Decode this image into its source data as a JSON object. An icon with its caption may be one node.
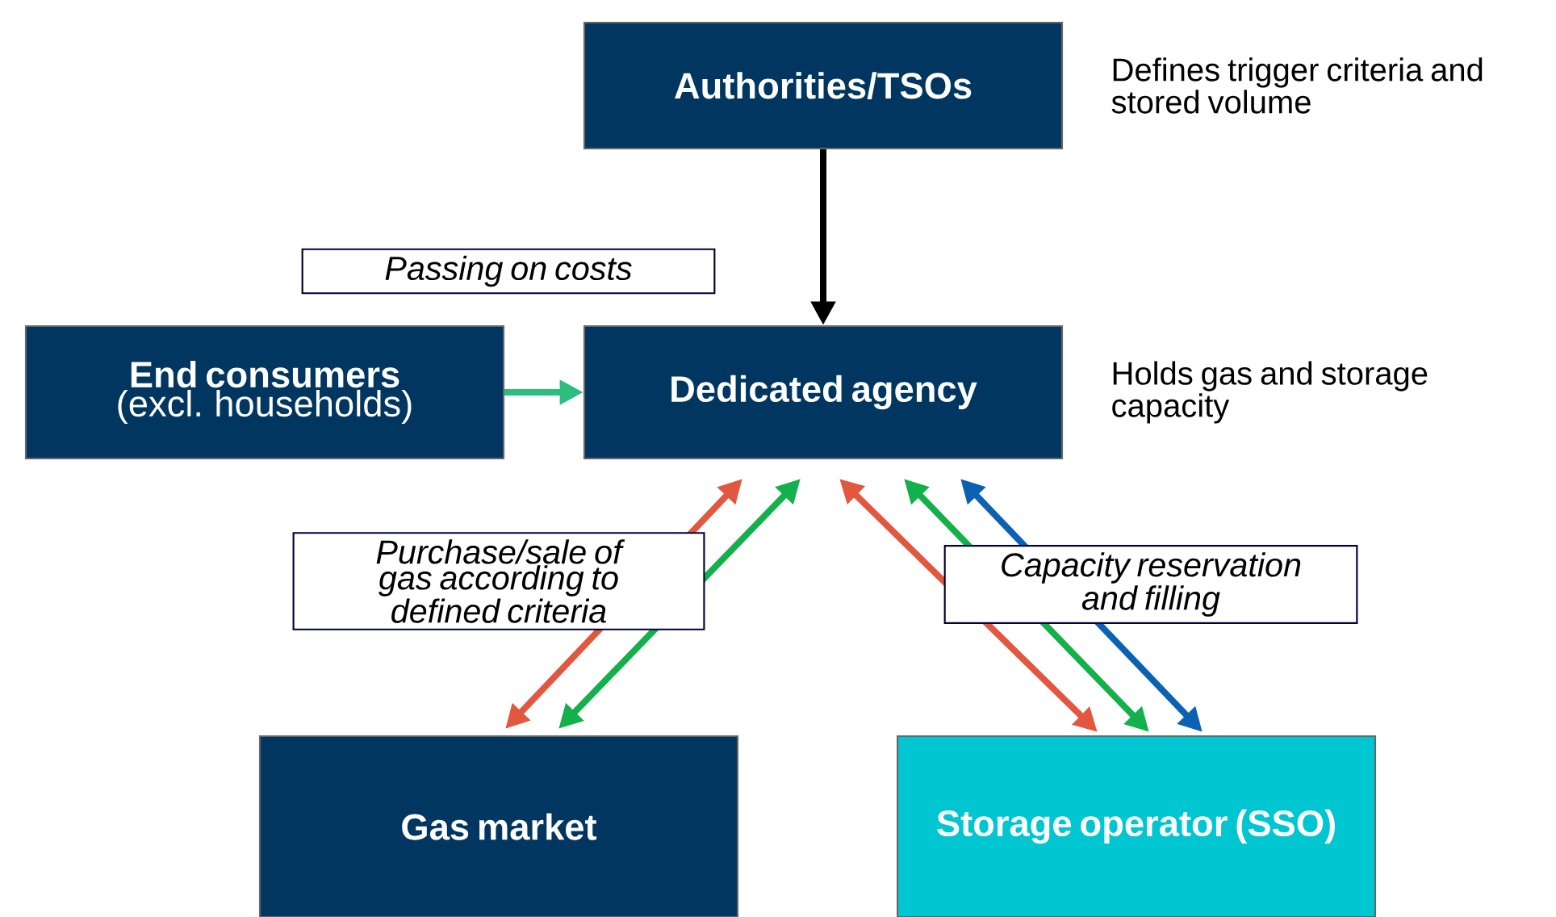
{
  "diagram": {
    "nodes": [
      {
        "text": [
          "Authorities/TSOs"
        ],
        "beside": [
          "Defines trigger criteria and stored volume"
        ]
      },
      {
        "text": [
          "End consumers",
          "(excl. households)"
        ]
      },
      {
        "text": [
          "Dedicated agency"
        ],
        "beside": [
          "Holds gas and storage capacity"
        ]
      },
      {
        "text": [
          "Gas market"
        ]
      },
      {
        "text": [
          "Storage operator (SSO)"
        ]
      }
    ],
    "edges": [
      {
        "from": 0,
        "to": 2,
        "arrow": "to",
        "color": "#000000"
      },
      {
        "from": 1,
        "to": 2,
        "arrow": "to",
        "color": "#2dbd7e",
        "label": "Passing on costs"
      },
      {
        "from": 2,
        "to": 3,
        "arrow": "both",
        "color": "#e2573f",
        "label": "Purchase/sale of gas according to defined criteria"
      },
      {
        "from": 2,
        "to": 3,
        "arrow": "both",
        "color": "#13b04b"
      },
      {
        "from": 2,
        "to": 4,
        "arrow": "both",
        "color": "#e2573f",
        "label": "Capacity reservation and filling"
      },
      {
        "from": 2,
        "to": 4,
        "arrow": "both",
        "color": "#13b04b"
      },
      {
        "from": 2,
        "to": 4,
        "arrow": "both",
        "color": "#0b62b2"
      }
    ]
  }
}
